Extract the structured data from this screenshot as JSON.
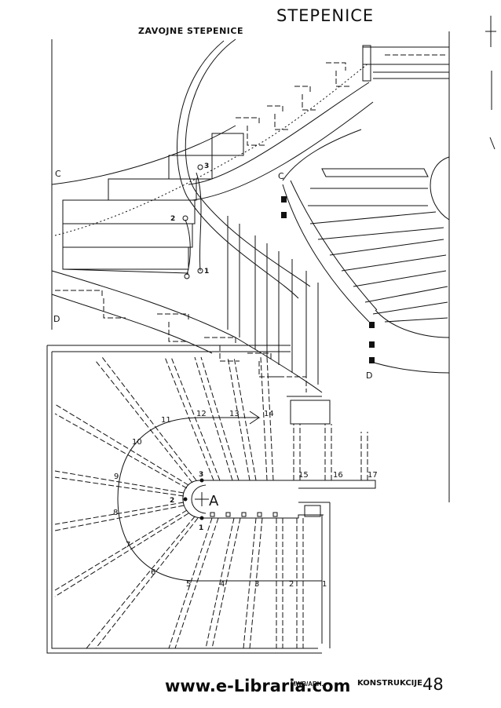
{
  "header": {
    "title": "STEPENICE",
    "subtitle": "ZAVOJNE STEPENICE"
  },
  "footer": {
    "url": "www.e-Libraria.com",
    "ref": "MWB/ARH.",
    "book": "KONSTRUKCIJE",
    "page": "48"
  },
  "perspective": {
    "left_top_label": "C",
    "left_bottom_label": "D",
    "right_top_label": "C",
    "right_bottom_label": "D",
    "rail_points": [
      "3",
      "2",
      "1"
    ]
  },
  "plan": {
    "center_label": "A",
    "center_points": [
      "3",
      "2",
      "1"
    ],
    "step_numbers": [
      "1",
      "2",
      "3",
      "4",
      "5",
      "6",
      "7",
      "8",
      "9",
      "10",
      "11",
      "12",
      "13",
      "14",
      "15",
      "16",
      "17"
    ]
  }
}
